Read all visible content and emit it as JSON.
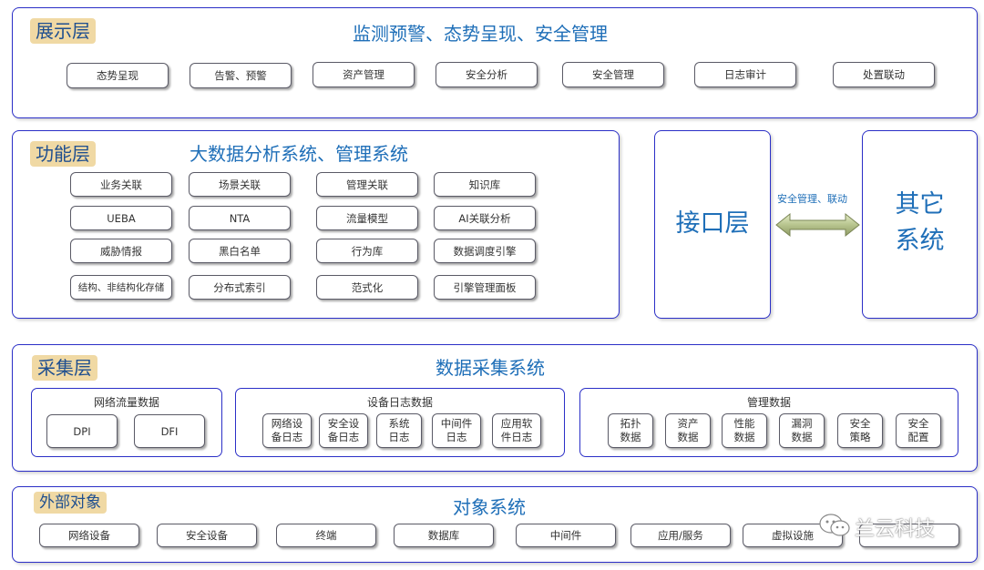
{
  "display_layer": {
    "tag": "展示层",
    "title": "监测预警、态势呈现、安全管理",
    "items": [
      "态势呈现",
      "告警、预警",
      "资产管理",
      "安全分析",
      "安全管理",
      "日志审计",
      "处置联动"
    ]
  },
  "function_layer": {
    "tag": "功能层",
    "title": "大数据分析系统、管理系统",
    "rows": [
      [
        "业务关联",
        "场景关联",
        "管理关联",
        "知识库"
      ],
      [
        "UEBA",
        "NTA",
        "流量模型",
        "AI关联分析"
      ],
      [
        "威胁情报",
        "黑白名单",
        "行为库",
        "数据调度引擎"
      ],
      [
        "结构、非结构化存储",
        "分布式索引",
        "范式化",
        "引擎管理面板"
      ]
    ]
  },
  "interface_layer": {
    "title": "接口层"
  },
  "arrow": {
    "label": "安全管理、联动"
  },
  "other_systems": {
    "line1": "其它",
    "line2": "系统"
  },
  "collect_layer": {
    "tag": "采集层",
    "title": "数据采集系统",
    "groups": [
      {
        "title": "网络流量数据",
        "items": [
          "DPI",
          "DFI"
        ]
      },
      {
        "title": "设备日志数据",
        "items": [
          [
            "网络设",
            "备日志"
          ],
          [
            "安全设",
            "备日志"
          ],
          [
            "系统",
            "日志"
          ],
          [
            "中间件",
            "日志"
          ],
          [
            "应用软",
            "件日志"
          ]
        ]
      },
      {
        "title": "管理数据",
        "items": [
          [
            "拓扑",
            "数据"
          ],
          [
            "资产",
            "数据"
          ],
          [
            "性能",
            "数据"
          ],
          [
            "漏洞",
            "数据"
          ],
          [
            "安全",
            "策略"
          ],
          [
            "安全",
            "配置"
          ]
        ]
      }
    ]
  },
  "external_layer": {
    "tag": "外部对象",
    "title": "对象系统",
    "items": [
      "网络设备",
      "安全设备",
      "终端",
      "数据库",
      "中间件",
      "应用/服务",
      "虚拟设施",
      ""
    ]
  },
  "watermark": {
    "text": "兰云科技"
  },
  "colors": {
    "border": "#2b2fc7",
    "title": "#1f6fb8",
    "tag_bg": "#f0d9a4"
  }
}
